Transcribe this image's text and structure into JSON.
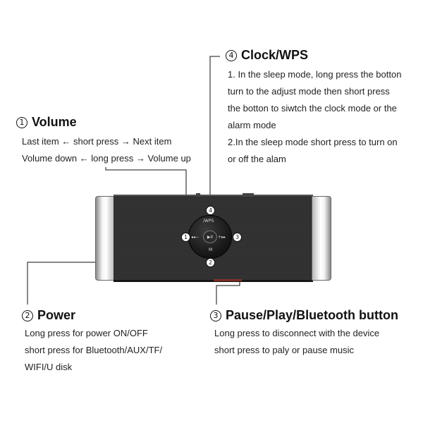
{
  "volume": {
    "num": "1",
    "title": "Volume",
    "lines": [
      "Last item ← short press → Next item",
      "Volume down ← long press → Volume up"
    ]
  },
  "clock": {
    "num": "4",
    "title": "Clock/WPS",
    "lines": [
      "1. In the sleep mode, long press the botton",
      "turn to the adjust mode then short press",
      "the botton to siwtch the clock mode or the",
      "alarm mode",
      "2.In the sleep mode short press to turn on",
      "or off the alam"
    ]
  },
  "power": {
    "num": "2",
    "title": "Power",
    "lines": [
      "Long press for power ON/OFF",
      "short press for Bluetooth/AUX/TF/",
      "WIFI/U disk"
    ]
  },
  "pause": {
    "num": "3",
    "title": "Pause/Play/Bluetooth button",
    "lines": [
      "Long press to disconnect with the device",
      "short press to paly or pause music"
    ]
  },
  "device": {
    "top_label": "/WPS",
    "center_label": "▶II",
    "bottom_label": "M",
    "left_label": "◂◂−",
    "right_label": "+▸▸",
    "markers": [
      "4",
      "1",
      "3",
      "2"
    ]
  }
}
